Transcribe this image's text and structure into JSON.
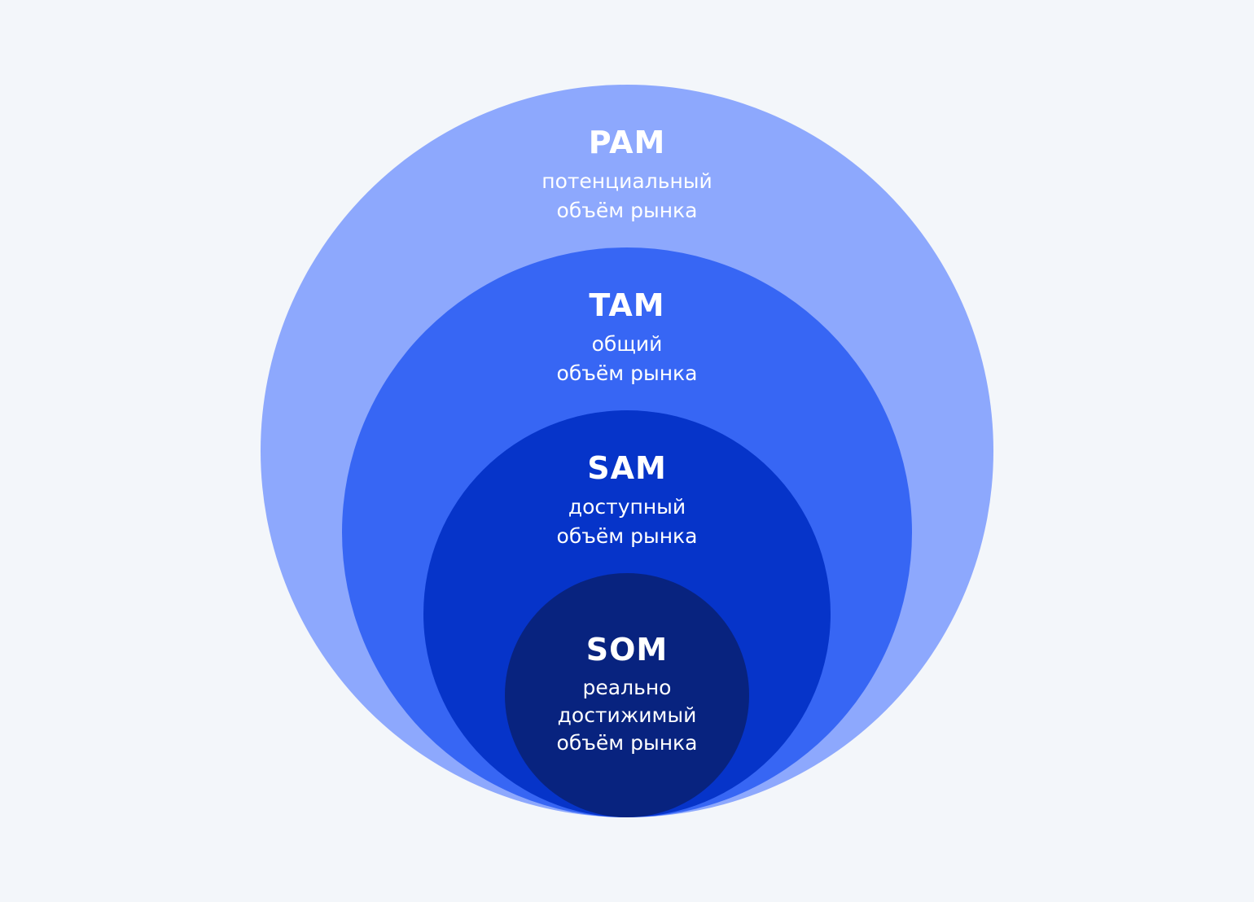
{
  "background": "#f3f6fa",
  "levels": [
    {
      "acronym": "PAM",
      "lines": [
        "потенциальный",
        "объём рынка"
      ],
      "color": "#8da8fd"
    },
    {
      "acronym": "TAM",
      "lines": [
        "общий",
        "объём рынка"
      ],
      "color": "#3766f4"
    },
    {
      "acronym": "SAM",
      "lines": [
        "доступный",
        "объём рынка"
      ],
      "color": "#0634c9"
    },
    {
      "acronym": "SOM",
      "lines": [
        "реально",
        "достижимый",
        "объём рынка"
      ],
      "color": "#08237f"
    }
  ]
}
